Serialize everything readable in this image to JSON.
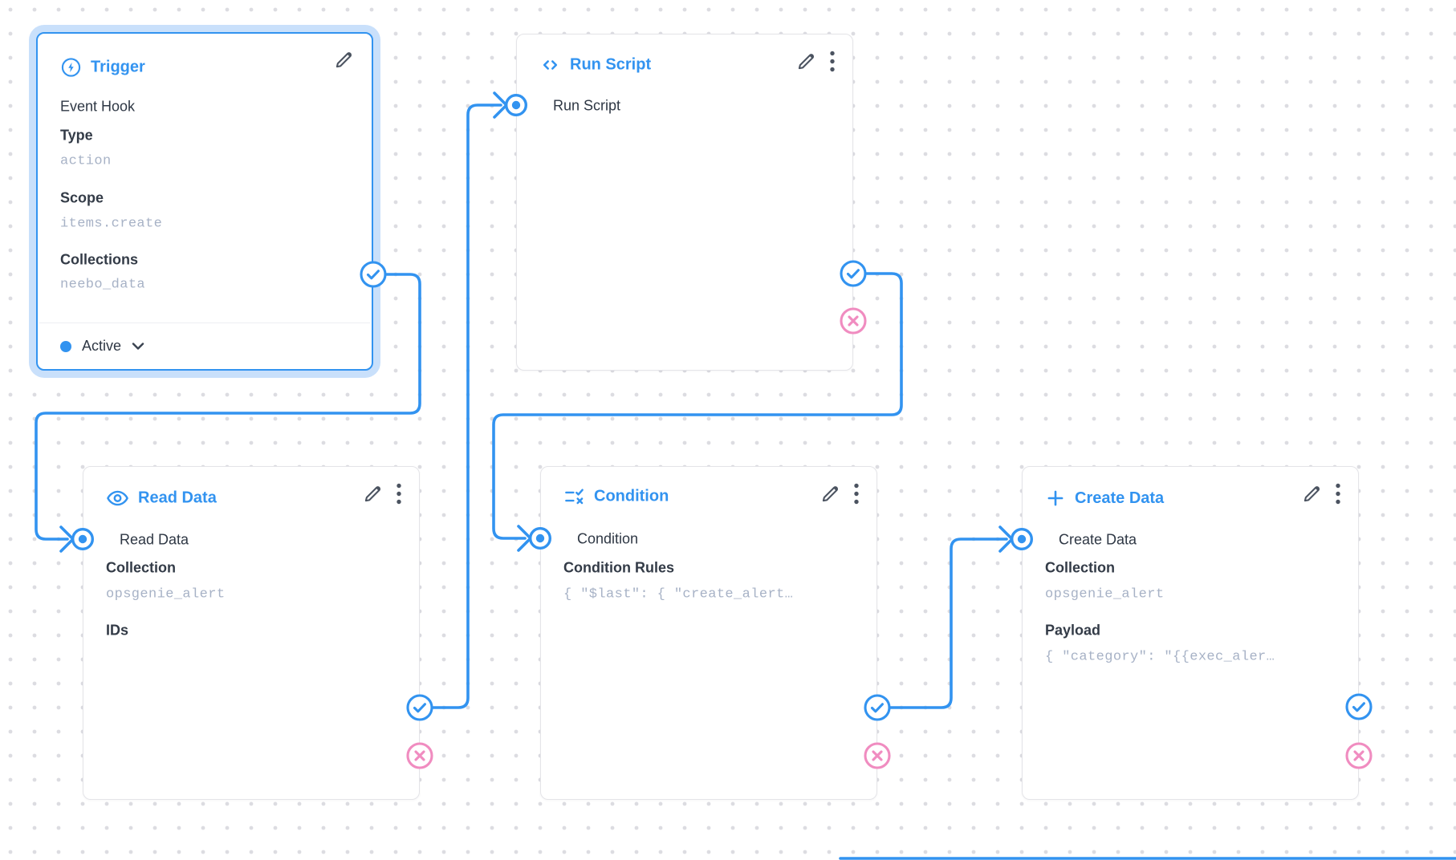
{
  "colors": {
    "accent": "#3293f0",
    "reject_pink": "#f08cc0",
    "card_border": "#e4e4e8",
    "text": "#2e3744",
    "muted_value": "#a7b2c6",
    "grid_dot": "#dcdce1",
    "selected_halo": "#c9e0fb"
  },
  "icons": {
    "trigger": "bolt-circle-icon",
    "run_script": "code-icon",
    "read_data": "eye-icon",
    "condition": "rule-icon",
    "create_data": "plus-icon",
    "edit": "pencil-icon",
    "menu": "kebab-icon",
    "resolve": "check-circle-icon",
    "reject": "x-circle-icon",
    "input": "dot-circle-icon",
    "status_expand": "chevron-down-icon"
  },
  "nodes": {
    "trigger": {
      "title": "Trigger",
      "trigger_type": "Event Hook",
      "fields": [
        {
          "label": "Type",
          "value": "action"
        },
        {
          "label": "Scope",
          "value": "items.create"
        },
        {
          "label": "Collections",
          "value": "neebo_data"
        }
      ],
      "status": "Active"
    },
    "run_script": {
      "title": "Run Script",
      "input_label": "Run Script"
    },
    "read_data": {
      "title": "Read Data",
      "input_label": "Read Data",
      "fields": [
        {
          "label": "Collection",
          "value": "opsgenie_alert"
        },
        {
          "label": "IDs",
          "value": ""
        }
      ]
    },
    "condition": {
      "title": "Condition",
      "input_label": "Condition",
      "fields": [
        {
          "label": "Condition Rules",
          "value": "{ \"$last\": { \"create_alert…"
        }
      ]
    },
    "create_data": {
      "title": "Create Data",
      "input_label": "Create Data",
      "fields": [
        {
          "label": "Collection",
          "value": "opsgenie_alert"
        },
        {
          "label": "Payload",
          "value": "{ \"category\": \"{{exec_aler…"
        }
      ]
    }
  }
}
